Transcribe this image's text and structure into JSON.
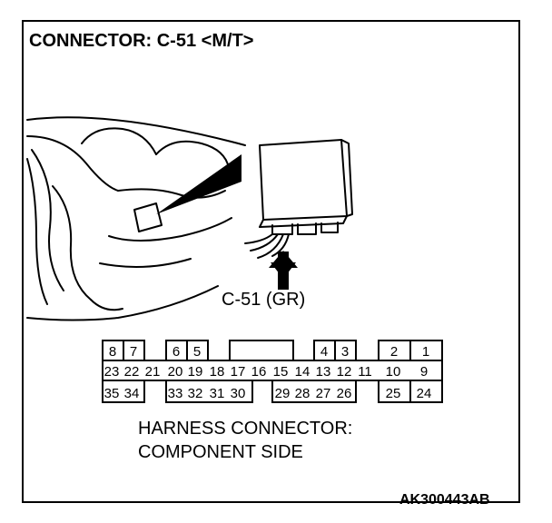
{
  "title": "CONNECTOR: C-51 <M/T>",
  "connector_ref": "C-51 (GR)",
  "side_label": {
    "line1": "HARNESS CONNECTOR:",
    "line2": "COMPONENT SIDE"
  },
  "figure_code": "AK300443AB",
  "pinout": {
    "row1": [
      "8",
      "7",
      "6",
      "5",
      "4",
      "3",
      "2",
      "1"
    ],
    "row2": [
      "23",
      "22",
      "21",
      "20",
      "19",
      "18",
      "17",
      "16",
      "15",
      "14",
      "13",
      "12",
      "11",
      "10",
      "9"
    ],
    "row3": [
      "35",
      "34",
      "33",
      "32",
      "31",
      "30",
      "29",
      "28",
      "27",
      "26",
      "25",
      "24"
    ]
  },
  "colors": {
    "line": "#000000",
    "background": "#ffffff"
  }
}
